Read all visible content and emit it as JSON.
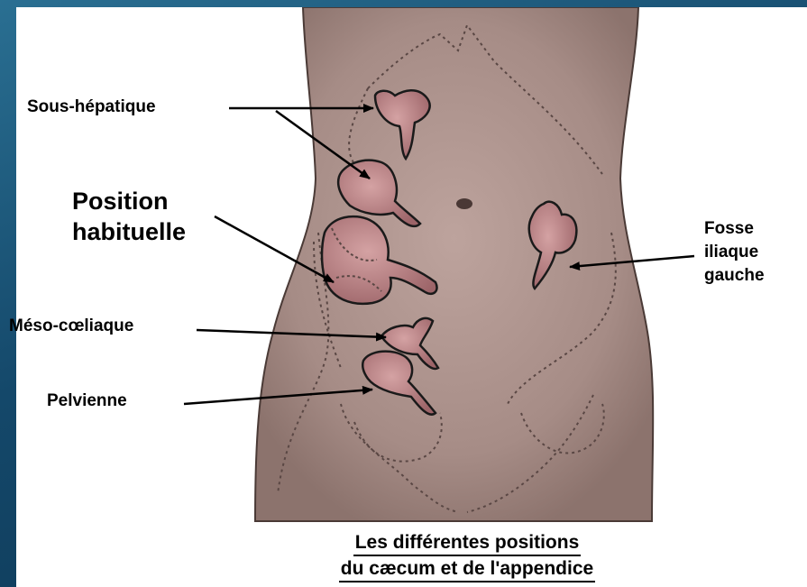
{
  "labels": {
    "sous_hepatique": "Sous-hépatique",
    "position_habituelle_line1": "Position",
    "position_habituelle_line2": "habituelle",
    "meso_coeliaque": "Méso-cœliaque",
    "pelvienne": "Pelvienne",
    "fosse_line1": "Fosse",
    "fosse_line2": "iliaque",
    "fosse_line3": "gauche"
  },
  "caption": {
    "line1": "Les différentes positions",
    "line2": "du cæcum et de l'appendice"
  },
  "colors": {
    "background": "#1b5577",
    "skin": "#a88e88",
    "organ": "#b87f83",
    "outline": "#1a1a1a"
  }
}
